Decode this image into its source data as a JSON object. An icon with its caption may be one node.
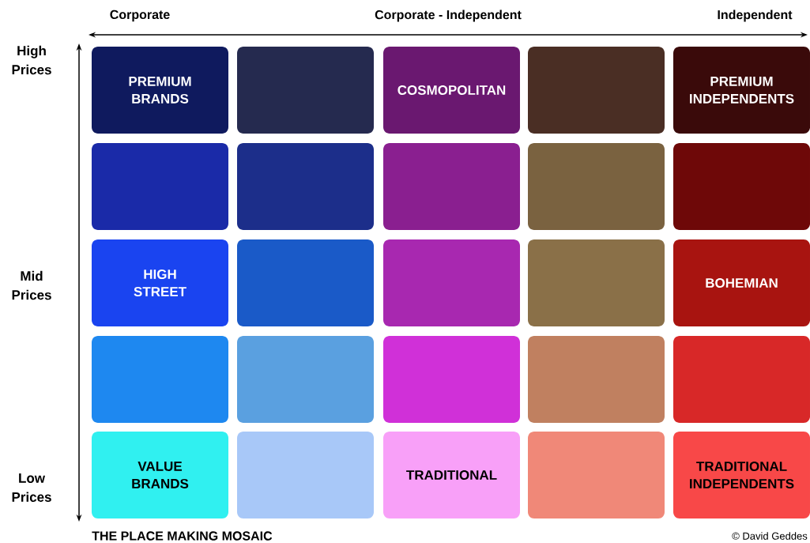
{
  "diagram": {
    "caption": "THE PLACE MAKING MOSAIC",
    "nodes": [
      {
        "text": [
          "PREMIUM BRANDS"
        ]
      },
      {
        "text": [],
        "shape": "box"
      },
      {
        "text": [
          "COSMOPOLITAN"
        ]
      },
      {
        "text": [],
        "shape": "box"
      },
      {
        "text": [
          "PREMIUM INDEPENDENTS"
        ]
      },
      {
        "text": [],
        "shape": "box"
      },
      {
        "text": [],
        "shape": "box"
      },
      {
        "text": [],
        "shape": "box"
      },
      {
        "text": [],
        "shape": "box"
      },
      {
        "text": [],
        "shape": "box"
      },
      {
        "text": [
          "HIGH STREET"
        ]
      },
      {
        "text": [],
        "shape": "box"
      },
      {
        "text": [],
        "shape": "box"
      },
      {
        "text": [],
        "shape": "box"
      },
      {
        "text": [
          "BOHEMIAN"
        ]
      },
      {
        "text": [],
        "shape": "box"
      },
      {
        "text": [],
        "shape": "box"
      },
      {
        "text": [],
        "shape": "box"
      },
      {
        "text": [],
        "shape": "box"
      },
      {
        "text": [],
        "shape": "box"
      },
      {
        "text": [
          "VALUE BRANDS"
        ]
      },
      {
        "text": [],
        "shape": "box"
      },
      {
        "text": [
          "TRADITIONAL"
        ]
      },
      {
        "text": [],
        "shape": "box"
      },
      {
        "text": [
          "TRADITIONAL INDEPENDENTS"
        ]
      }
    ],
    "labels": [
      "Corporate",
      "Corporate - Independent",
      "Independent",
      "High Prices",
      "Mid Prices",
      "Low Prices",
      "© David Geddes"
    ]
  }
}
